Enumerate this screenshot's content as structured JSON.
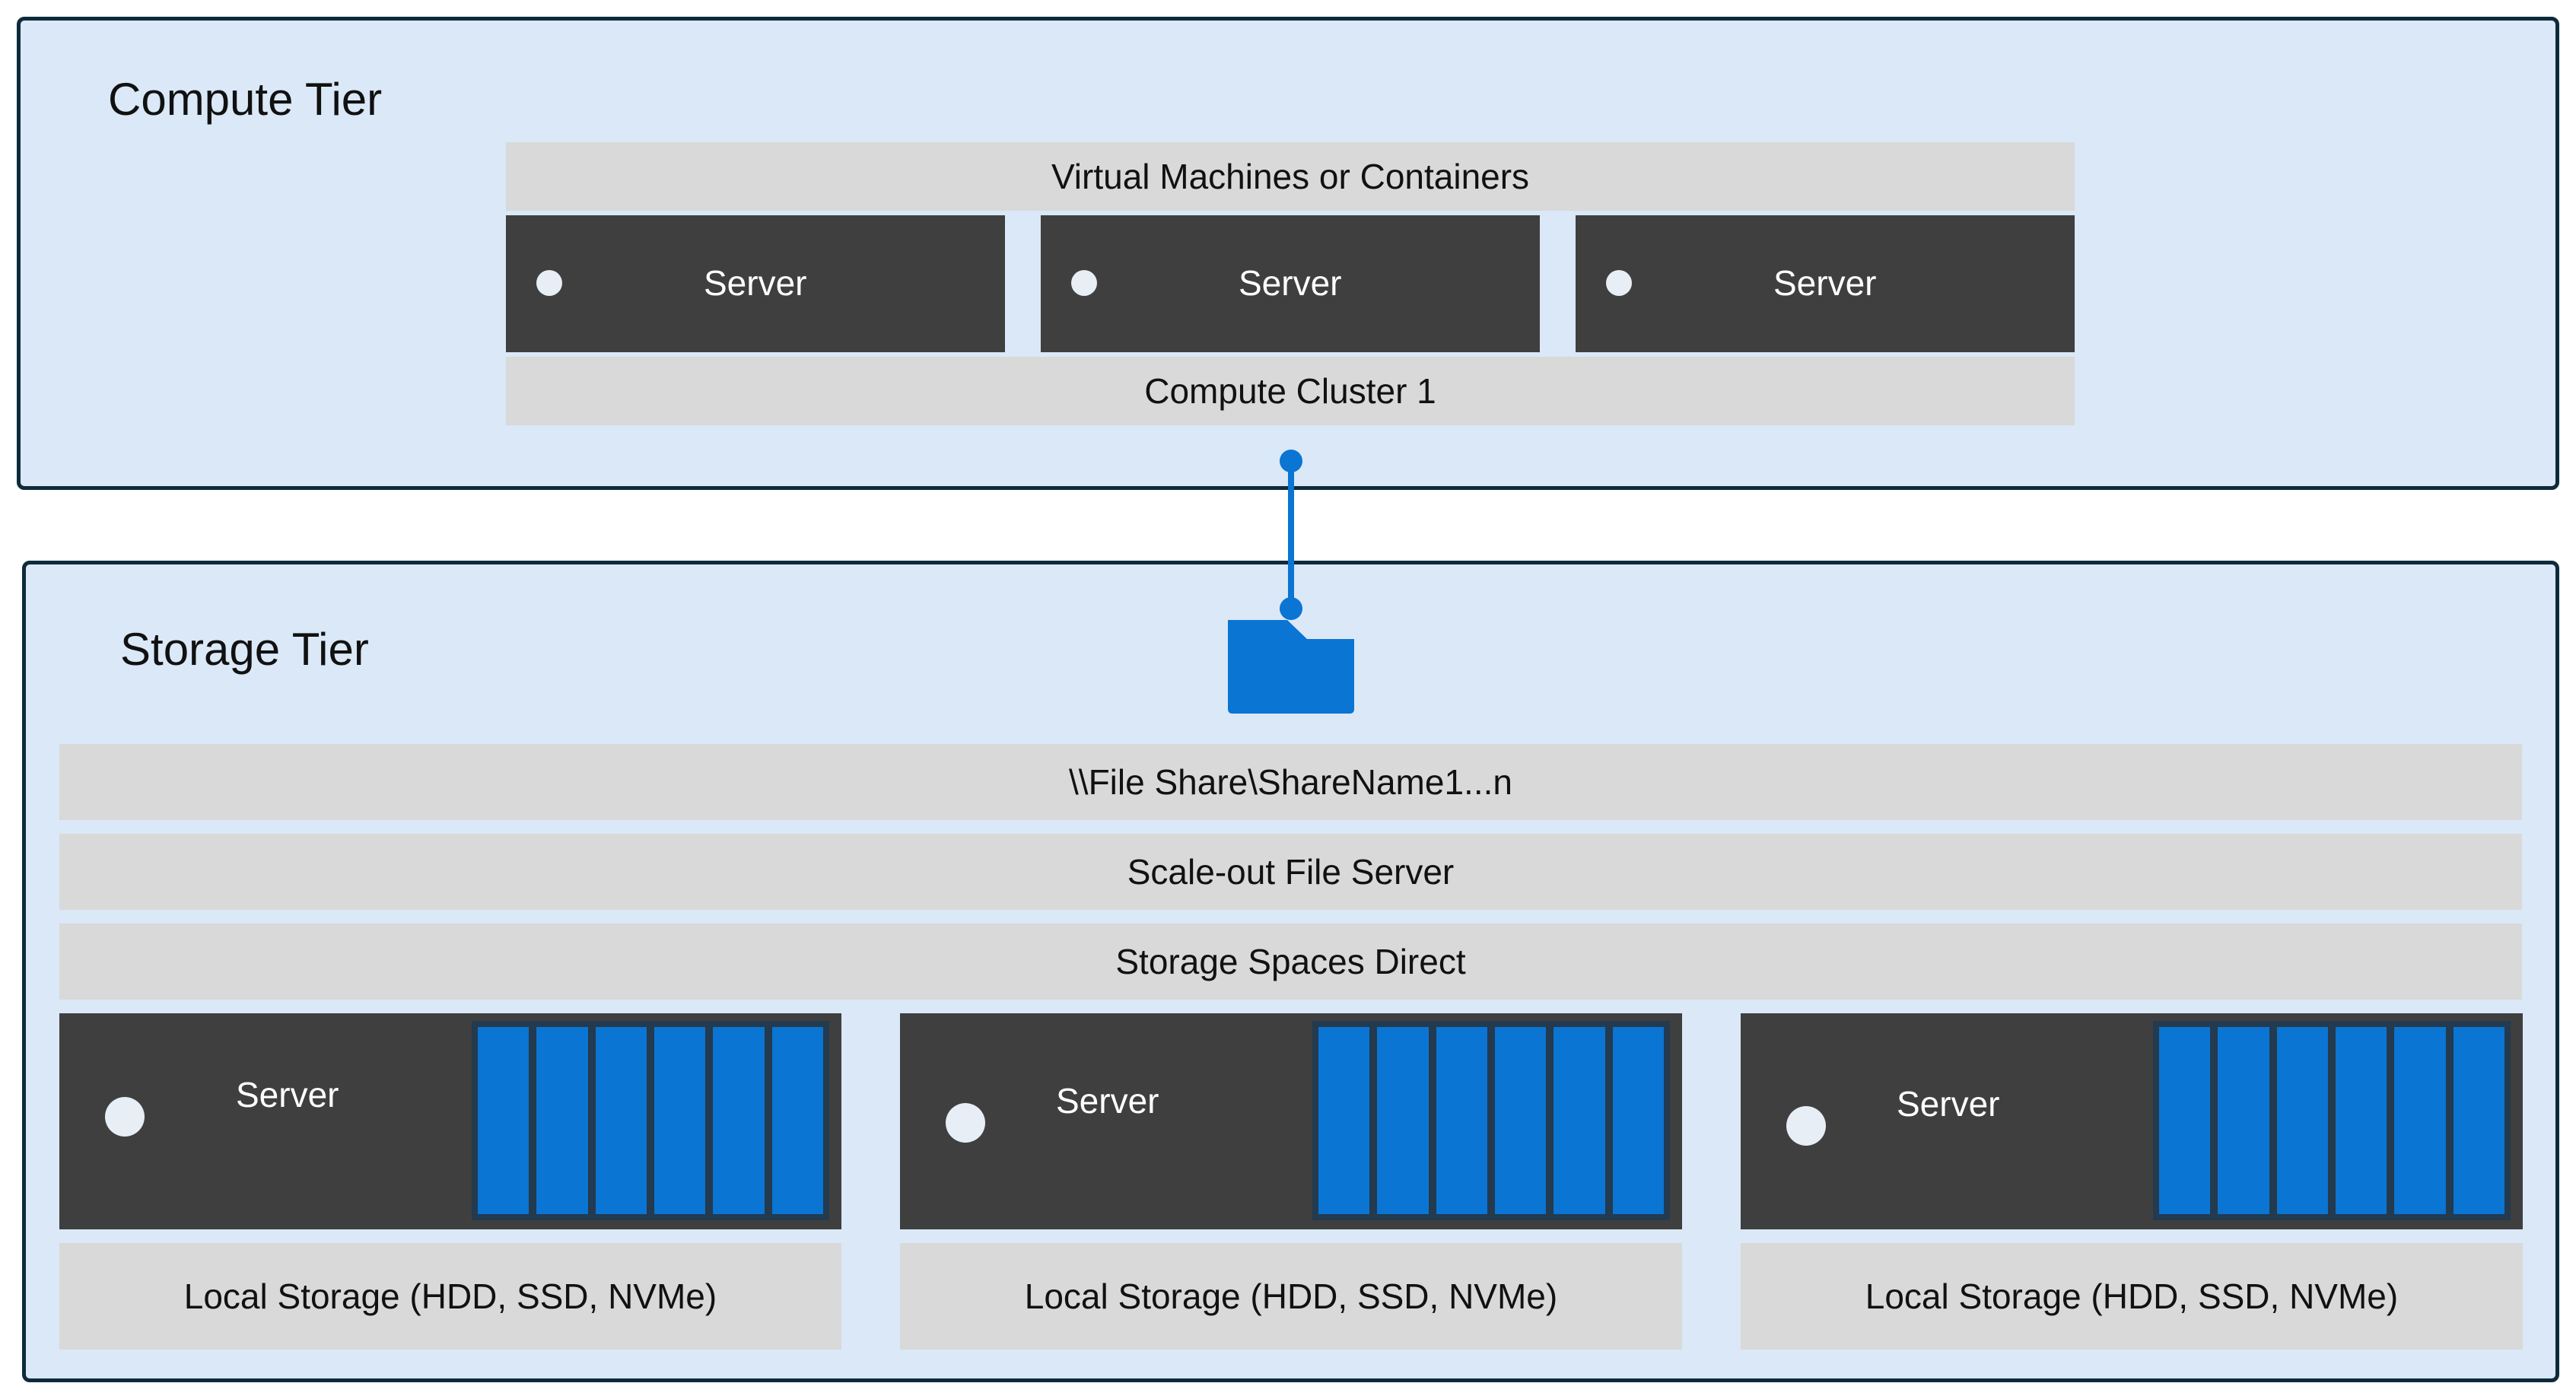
{
  "compute_tier": {
    "title": "Compute Tier",
    "vm_label": "Virtual Machines or Containers",
    "servers": [
      {
        "label": "Server"
      },
      {
        "label": "Server"
      },
      {
        "label": "Server"
      }
    ],
    "cluster_label": "Compute Cluster 1"
  },
  "storage_tier": {
    "title": "Storage Tier",
    "share_label": "\\\\File Share\\ShareName1...n",
    "sofs_label": "Scale-out File Server",
    "s2d_label": "Storage Spaces Direct",
    "servers": [
      {
        "label": "Server",
        "storage_label": "Local Storage (HDD, SSD, NVMe)",
        "drive_count": 6
      },
      {
        "label": "Server",
        "storage_label": "Local Storage (HDD, SSD, NVMe)",
        "drive_count": 6
      },
      {
        "label": "Server",
        "storage_label": "Local Storage (HDD, SSD, NVMe)",
        "drive_count": 6
      }
    ]
  },
  "colors": {
    "tier_background": "#dae8f7",
    "tier_border": "#0f2a3c",
    "band_gray": "#d9d9d9",
    "server_dark": "#3f3f3f",
    "accent_blue": "#0a75d2"
  },
  "icons": {
    "share": "folder-icon"
  }
}
